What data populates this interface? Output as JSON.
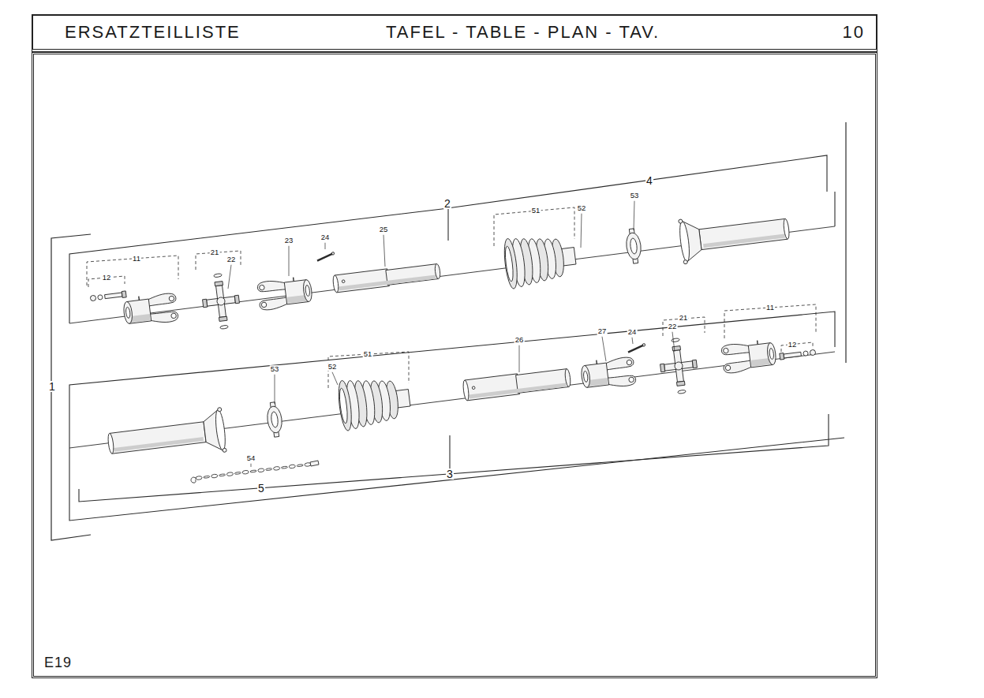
{
  "diagram": {
    "nodes": [
      {
        "text": [
          "ERSATZTEILLISTE",
          "TAFEL - TABLE - PLAN - TAV.",
          "10"
        ]
      },
      {
        "text": [
          "E19"
        ]
      }
    ],
    "labels": [
      "2",
      "4",
      "11",
      "12",
      "21",
      "22",
      "23",
      "24",
      "25",
      "51",
      "52",
      "53",
      "1",
      "53",
      "52",
      "51",
      "26",
      "27",
      "24",
      "22",
      "21",
      "11",
      "12",
      "54",
      "5",
      "3"
    ]
  }
}
